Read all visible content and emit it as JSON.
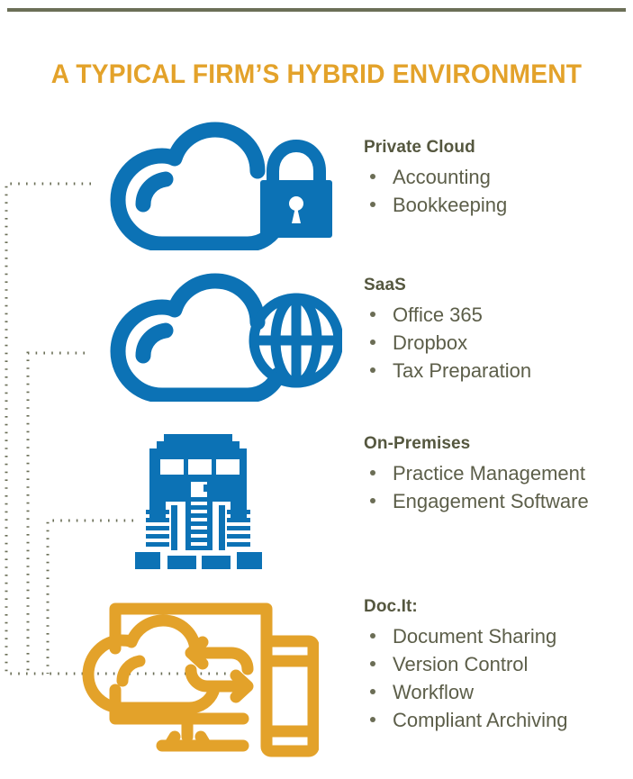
{
  "colors": {
    "accent_gold": "#e3a22a",
    "blue": "#0c72b5",
    "heading_olive": "#55573f",
    "body_olive": "#5c5e49",
    "rule_olive": "#6b6f57"
  },
  "header": {
    "title": "A TYPICAL FIRM’S HYBRID ENVIRONMENT",
    "rule": "top-divider-rule"
  },
  "sections": [
    {
      "id": "private-cloud",
      "heading": "Private Cloud",
      "icon": "cloud-lock-icon",
      "icon_color": "#0c72b5",
      "items": [
        "Accounting",
        "Bookkeeping"
      ]
    },
    {
      "id": "saas",
      "heading": "SaaS",
      "icon": "cloud-globe-icon",
      "icon_color": "#0c72b5",
      "items": [
        "Office 365",
        "Dropbox",
        "Tax Preparation"
      ]
    },
    {
      "id": "on-premises",
      "heading": "On-Premises",
      "icon": "server-building-icon",
      "icon_color": "#0c72b5",
      "items": [
        "Practice Management",
        "Engagement Software"
      ]
    },
    {
      "id": "doc-it",
      "heading": "Doc.It:",
      "icon": "cloud-sync-devices-icon",
      "icon_color": "#e3a22a",
      "items": [
        "Document Sharing",
        "Version Control",
        "Workflow",
        "Compliant Archiving"
      ]
    }
  ],
  "connectors": {
    "name": "dotted-connector-tree",
    "style": "dotted",
    "color": "#6b6f57",
    "branches": 3
  }
}
